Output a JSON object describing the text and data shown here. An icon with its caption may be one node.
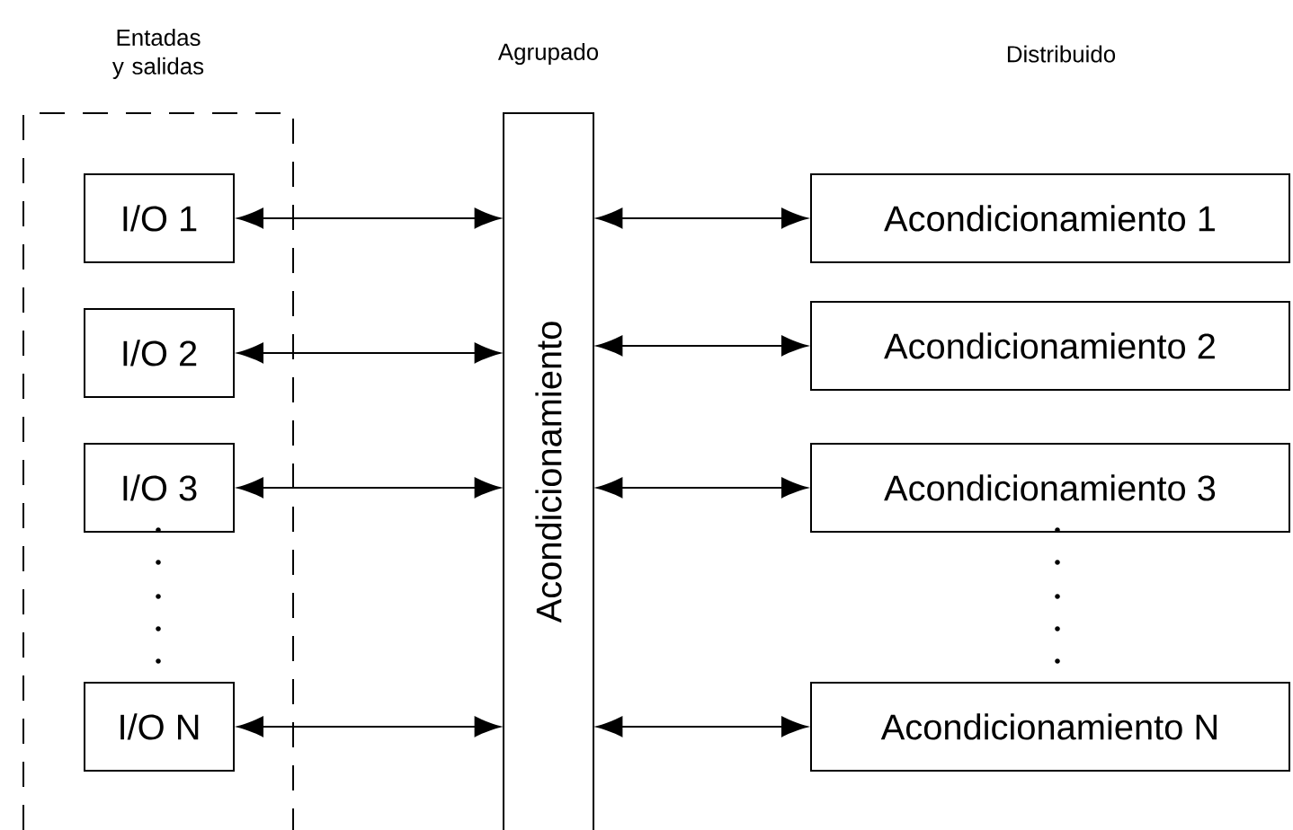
{
  "diagram": {
    "nodes": [
      {
        "text": [
          "Entadas y salidas"
        ]
      },
      {
        "text": [
          "I/O 1"
        ],
        "in": 0
      },
      {
        "text": [
          "I/O 2"
        ],
        "in": 0
      },
      {
        "text": [
          "I/O 3"
        ],
        "in": 0
      },
      {
        "text": [
          "I/O N"
        ],
        "in": 0
      },
      {
        "text": [
          "Acondicionamiento"
        ]
      },
      {
        "text": [
          "Acondicionamiento 1"
        ]
      },
      {
        "text": [
          "Acondicionamiento 2"
        ]
      },
      {
        "text": [
          "Acondicionamiento 3"
        ]
      },
      {
        "text": [
          "Acondicionamiento N"
        ]
      }
    ],
    "edges": [
      {
        "from": 1,
        "to": 5,
        "arrow": "both"
      },
      {
        "from": 2,
        "to": 5,
        "arrow": "both"
      },
      {
        "from": 3,
        "to": 5,
        "arrow": "both"
      },
      {
        "from": 4,
        "to": 5,
        "arrow": "both"
      },
      {
        "from": 5,
        "to": 6,
        "arrow": "both"
      },
      {
        "from": 5,
        "to": 7,
        "arrow": "both"
      },
      {
        "from": 5,
        "to": 8,
        "arrow": "both"
      },
      {
        "from": 5,
        "to": 9,
        "arrow": "both"
      }
    ],
    "labels": [
      "Agrupado",
      "Distribuido"
    ]
  }
}
